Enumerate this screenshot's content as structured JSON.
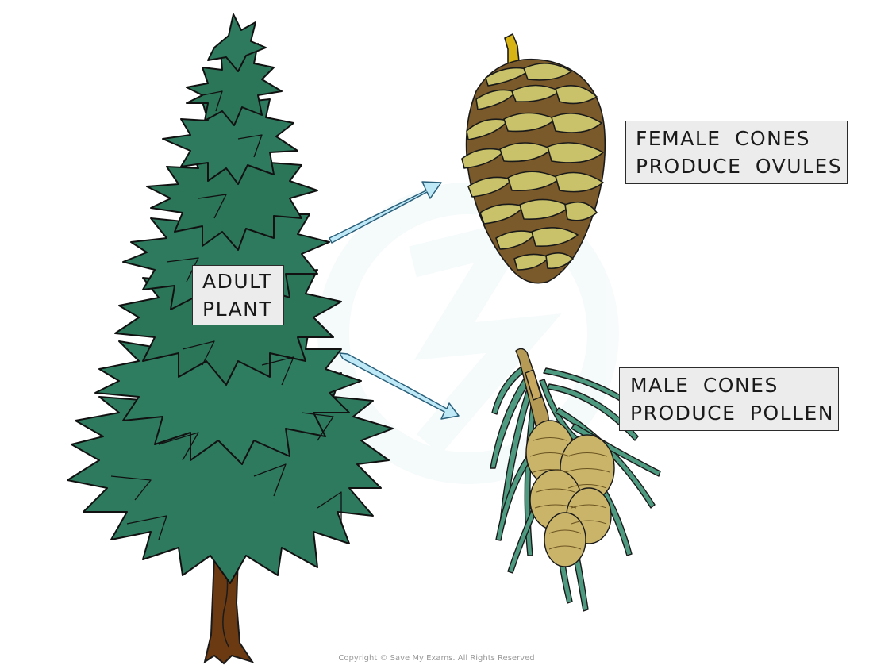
{
  "labels": {
    "adult_plant": {
      "line1": "ADULT",
      "line2": "PLANT"
    },
    "female_cones": {
      "line1": "FEMALE CONES",
      "line2": "PRODUCE OVULES"
    },
    "male_cones": {
      "line1": "MALE CONES",
      "line2": "PRODUCE POLLEN"
    }
  },
  "footer": {
    "copyright": "Copyright © Save My Exams. All Rights Reserved"
  },
  "colors": {
    "tree_green": "#2e7a5f",
    "tree_green_dark": "#235f4a",
    "trunk_brown": "#6b3a12",
    "cone_scale": "#c9c26a",
    "cone_dark": "#7a5a2a",
    "cone_stem": "#d7b414",
    "needle_green": "#4e9a80",
    "arrow_fill": "#bfe9f7",
    "arrow_stroke": "#2a5f7a",
    "label_bg": "#ececec"
  }
}
